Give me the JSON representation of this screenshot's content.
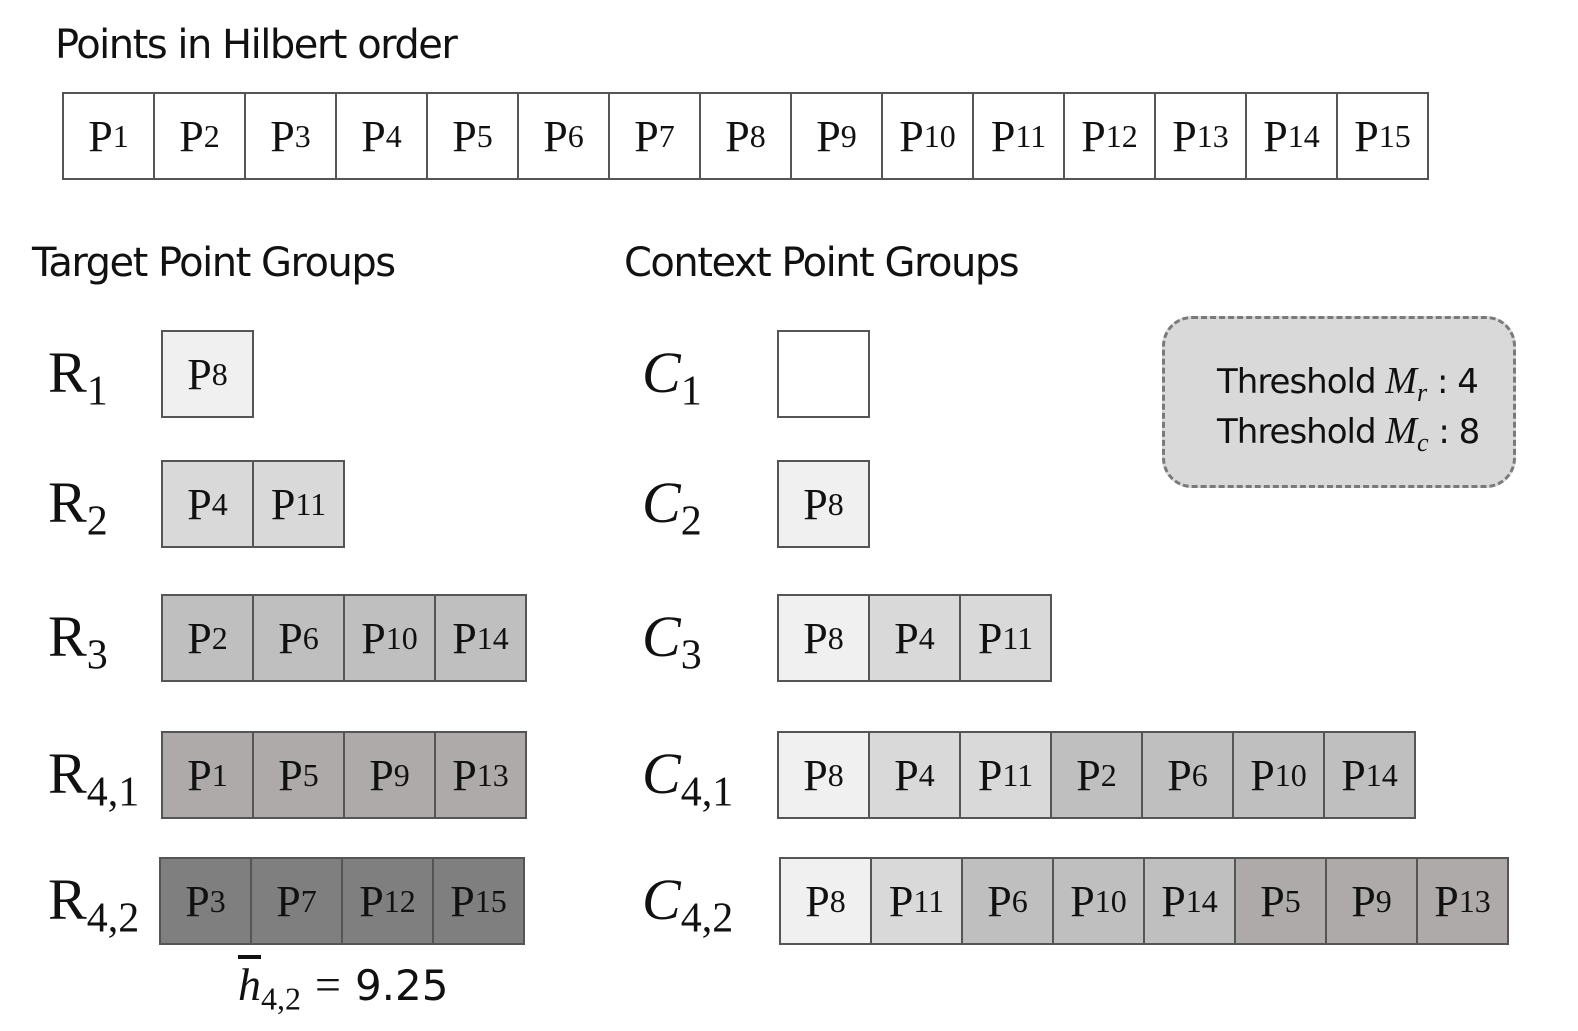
{
  "headings": {
    "hilbert": "Points in Hilbert order",
    "target": "Target Point Groups",
    "context": "Context Point Groups"
  },
  "hilbert_points": [
    "1",
    "2",
    "3",
    "4",
    "5",
    "6",
    "7",
    "8",
    "9",
    "10",
    "11",
    "12",
    "13",
    "14",
    "15"
  ],
  "point_prefix": "P",
  "colors": {
    "white": "#ffffff",
    "g1": "#f0f0f0",
    "g2": "#d9d9d9",
    "g3": "#bfbfbf",
    "g4": "#aeaaaa",
    "g5": "#7f7f7f",
    "border": "#555555"
  },
  "target_groups": [
    {
      "base": "R",
      "sub": "1",
      "cells": [
        {
          "p": "8",
          "shade": "g1"
        }
      ]
    },
    {
      "base": "R",
      "sub": "2",
      "cells": [
        {
          "p": "4",
          "shade": "g2"
        },
        {
          "p": "11",
          "shade": "g2"
        }
      ]
    },
    {
      "base": "R",
      "sub": "3",
      "cells": [
        {
          "p": "2",
          "shade": "g3"
        },
        {
          "p": "6",
          "shade": "g3"
        },
        {
          "p": "10",
          "shade": "g3"
        },
        {
          "p": "14",
          "shade": "g3"
        }
      ]
    },
    {
      "base": "R",
      "sub": "4,1",
      "cells": [
        {
          "p": "1",
          "shade": "g4"
        },
        {
          "p": "5",
          "shade": "g4"
        },
        {
          "p": "9",
          "shade": "g4"
        },
        {
          "p": "13",
          "shade": "g4"
        }
      ]
    },
    {
      "base": "R",
      "sub": "4,2",
      "cells": [
        {
          "p": "3",
          "shade": "g5"
        },
        {
          "p": "7",
          "shade": "g5"
        },
        {
          "p": "12",
          "shade": "g5"
        },
        {
          "p": "15",
          "shade": "g5"
        }
      ]
    }
  ],
  "context_groups": [
    {
      "base": "C",
      "sub": "1",
      "cells": [
        {
          "p": "",
          "shade": "white"
        }
      ]
    },
    {
      "base": "C",
      "sub": "2",
      "cells": [
        {
          "p": "8",
          "shade": "g1"
        }
      ]
    },
    {
      "base": "C",
      "sub": "3",
      "cells": [
        {
          "p": "8",
          "shade": "g1"
        },
        {
          "p": "4",
          "shade": "g2"
        },
        {
          "p": "11",
          "shade": "g2"
        }
      ]
    },
    {
      "base": "C",
      "sub": "4,1",
      "cells": [
        {
          "p": "8",
          "shade": "g1"
        },
        {
          "p": "4",
          "shade": "g2"
        },
        {
          "p": "11",
          "shade": "g2"
        },
        {
          "p": "2",
          "shade": "g3"
        },
        {
          "p": "6",
          "shade": "g3"
        },
        {
          "p": "10",
          "shade": "g3"
        },
        {
          "p": "14",
          "shade": "g3"
        }
      ]
    },
    {
      "base": "C",
      "sub": "4,2",
      "cells": [
        {
          "p": "8",
          "shade": "g1"
        },
        {
          "p": "11",
          "shade": "g2"
        },
        {
          "p": "6",
          "shade": "g3"
        },
        {
          "p": "10",
          "shade": "g3"
        },
        {
          "p": "14",
          "shade": "g3"
        },
        {
          "p": "5",
          "shade": "g4"
        },
        {
          "p": "9",
          "shade": "g4"
        },
        {
          "p": "13",
          "shade": "g4"
        }
      ]
    }
  ],
  "threshold": {
    "label": "Threshold",
    "mr_sym": "M",
    "mr_sub": "r",
    "mr_value": ": 4",
    "mc_sym": "M",
    "mc_sub": "c",
    "mc_value": ": 8"
  },
  "hbar": {
    "sym": "h",
    "sub": "4,2",
    "eq": "=",
    "value": "9.25"
  }
}
